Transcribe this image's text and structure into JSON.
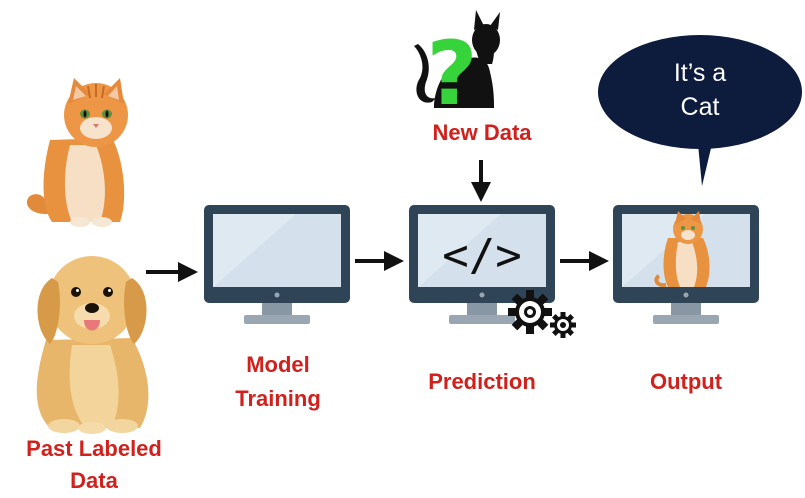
{
  "labels": {
    "new_data": "New Data",
    "model": "Model",
    "training": "Training",
    "prediction": "Prediction",
    "output": "Output",
    "past_labeled": "Past Labeled",
    "data": "Data"
  },
  "bubble": {
    "line1": "It’s a",
    "line2": "Cat"
  },
  "code_symbol": "</>",
  "question_mark": "?",
  "icons": {
    "input_cat": "cat-photo",
    "input_dog": "dog-photo",
    "new_data": "cat-silhouette-icon",
    "prediction_overlay": "gear-icon",
    "output_screen": "cat-photo"
  },
  "colors": {
    "label": "#d0211c",
    "monitor_frame": "#2f4457",
    "screen": "#d4e1ec",
    "stand": "#9aa7b3",
    "bubble": "#0d1b3d",
    "question": "#37d33a",
    "arrow": "#111111"
  }
}
